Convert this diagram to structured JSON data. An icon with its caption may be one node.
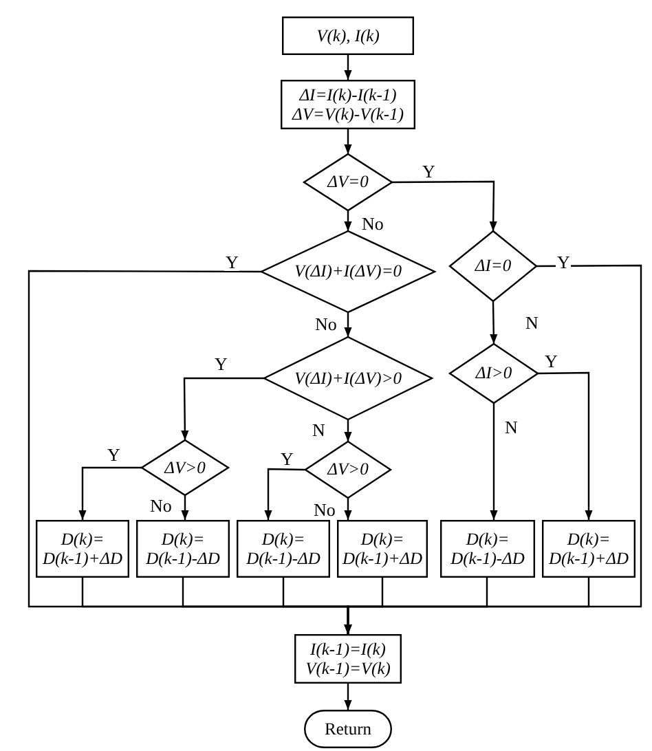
{
  "diagram": {
    "nodes": [
      {
        "text": [
          "V(k), I(k)"
        ]
      },
      {
        "text": [
          "ΔI=I(k)-I(k-1)",
          "ΔV=V(k)-V(k-1)"
        ]
      },
      {
        "text": [
          "ΔV=0"
        ]
      },
      {
        "text": [
          "V(ΔI)+I(ΔV)=0"
        ]
      },
      {
        "text": [
          "ΔI=0"
        ]
      },
      {
        "text": [
          "V(ΔI)+I(ΔV)>0"
        ]
      },
      {
        "text": [
          "ΔI>0"
        ]
      },
      {
        "text": [
          "ΔV>0"
        ]
      },
      {
        "text": [
          "ΔV>0"
        ]
      },
      {
        "text": [
          "D(k)= D(k-1)+ΔD"
        ]
      },
      {
        "text": [
          "D(k)= D(k-1)-ΔD"
        ]
      },
      {
        "text": [
          "D(k)= D(k-1)-ΔD"
        ]
      },
      {
        "text": [
          "D(k)= D(k-1)+ΔD"
        ]
      },
      {
        "text": [
          "D(k)= D(k-1)-ΔD"
        ]
      },
      {
        "text": [
          "D(k)= D(k-1)+ΔD"
        ]
      },
      {
        "text": [
          "I(k-1)=I(k)",
          "V(k-1)=V(k)"
        ]
      },
      {
        "text": [
          "Return"
        ]
      }
    ],
    "edges": [
      {
        "from": 0,
        "to": 1,
        "arrow": "to"
      },
      {
        "from": 1,
        "to": 2,
        "arrow": "to"
      },
      {
        "from": 2,
        "to": 3,
        "arrow": "to",
        "label": "No"
      },
      {
        "from": 2,
        "to": 4,
        "arrow": "to",
        "label": "Y"
      },
      {
        "from": 3,
        "to": 15,
        "arrow": "to",
        "label": "Y"
      },
      {
        "from": 3,
        "to": 5,
        "arrow": "to",
        "label": "No"
      },
      {
        "from": 4,
        "to": 15,
        "arrow": "to",
        "label": "Y"
      },
      {
        "from": 4,
        "to": 6,
        "arrow": "to",
        "label": "N"
      },
      {
        "from": 5,
        "to": 7,
        "arrow": "to",
        "label": "Y"
      },
      {
        "from": 5,
        "to": 8,
        "arrow": "to",
        "label": "N"
      },
      {
        "from": 6,
        "to": 14,
        "arrow": "to",
        "label": "Y"
      },
      {
        "from": 6,
        "to": 13,
        "arrow": "to",
        "label": "N"
      },
      {
        "from": 7,
        "to": 9,
        "arrow": "to",
        "label": "Y"
      },
      {
        "from": 7,
        "to": 10,
        "arrow": "to",
        "label": "No"
      },
      {
        "from": 8,
        "to": 11,
        "arrow": "to",
        "label": "Y"
      },
      {
        "from": 8,
        "to": 12,
        "arrow": "to",
        "label": "No"
      },
      {
        "from": 9,
        "to": 15,
        "arrow": "to"
      },
      {
        "from": 10,
        "to": 15,
        "arrow": "to"
      },
      {
        "from": 11,
        "to": 15,
        "arrow": "to"
      },
      {
        "from": 12,
        "to": 15,
        "arrow": "to"
      },
      {
        "from": 13,
        "to": 15,
        "arrow": "to"
      },
      {
        "from": 14,
        "to": 15,
        "arrow": "to"
      },
      {
        "from": 15,
        "to": 16,
        "arrow": "to"
      }
    ]
  }
}
